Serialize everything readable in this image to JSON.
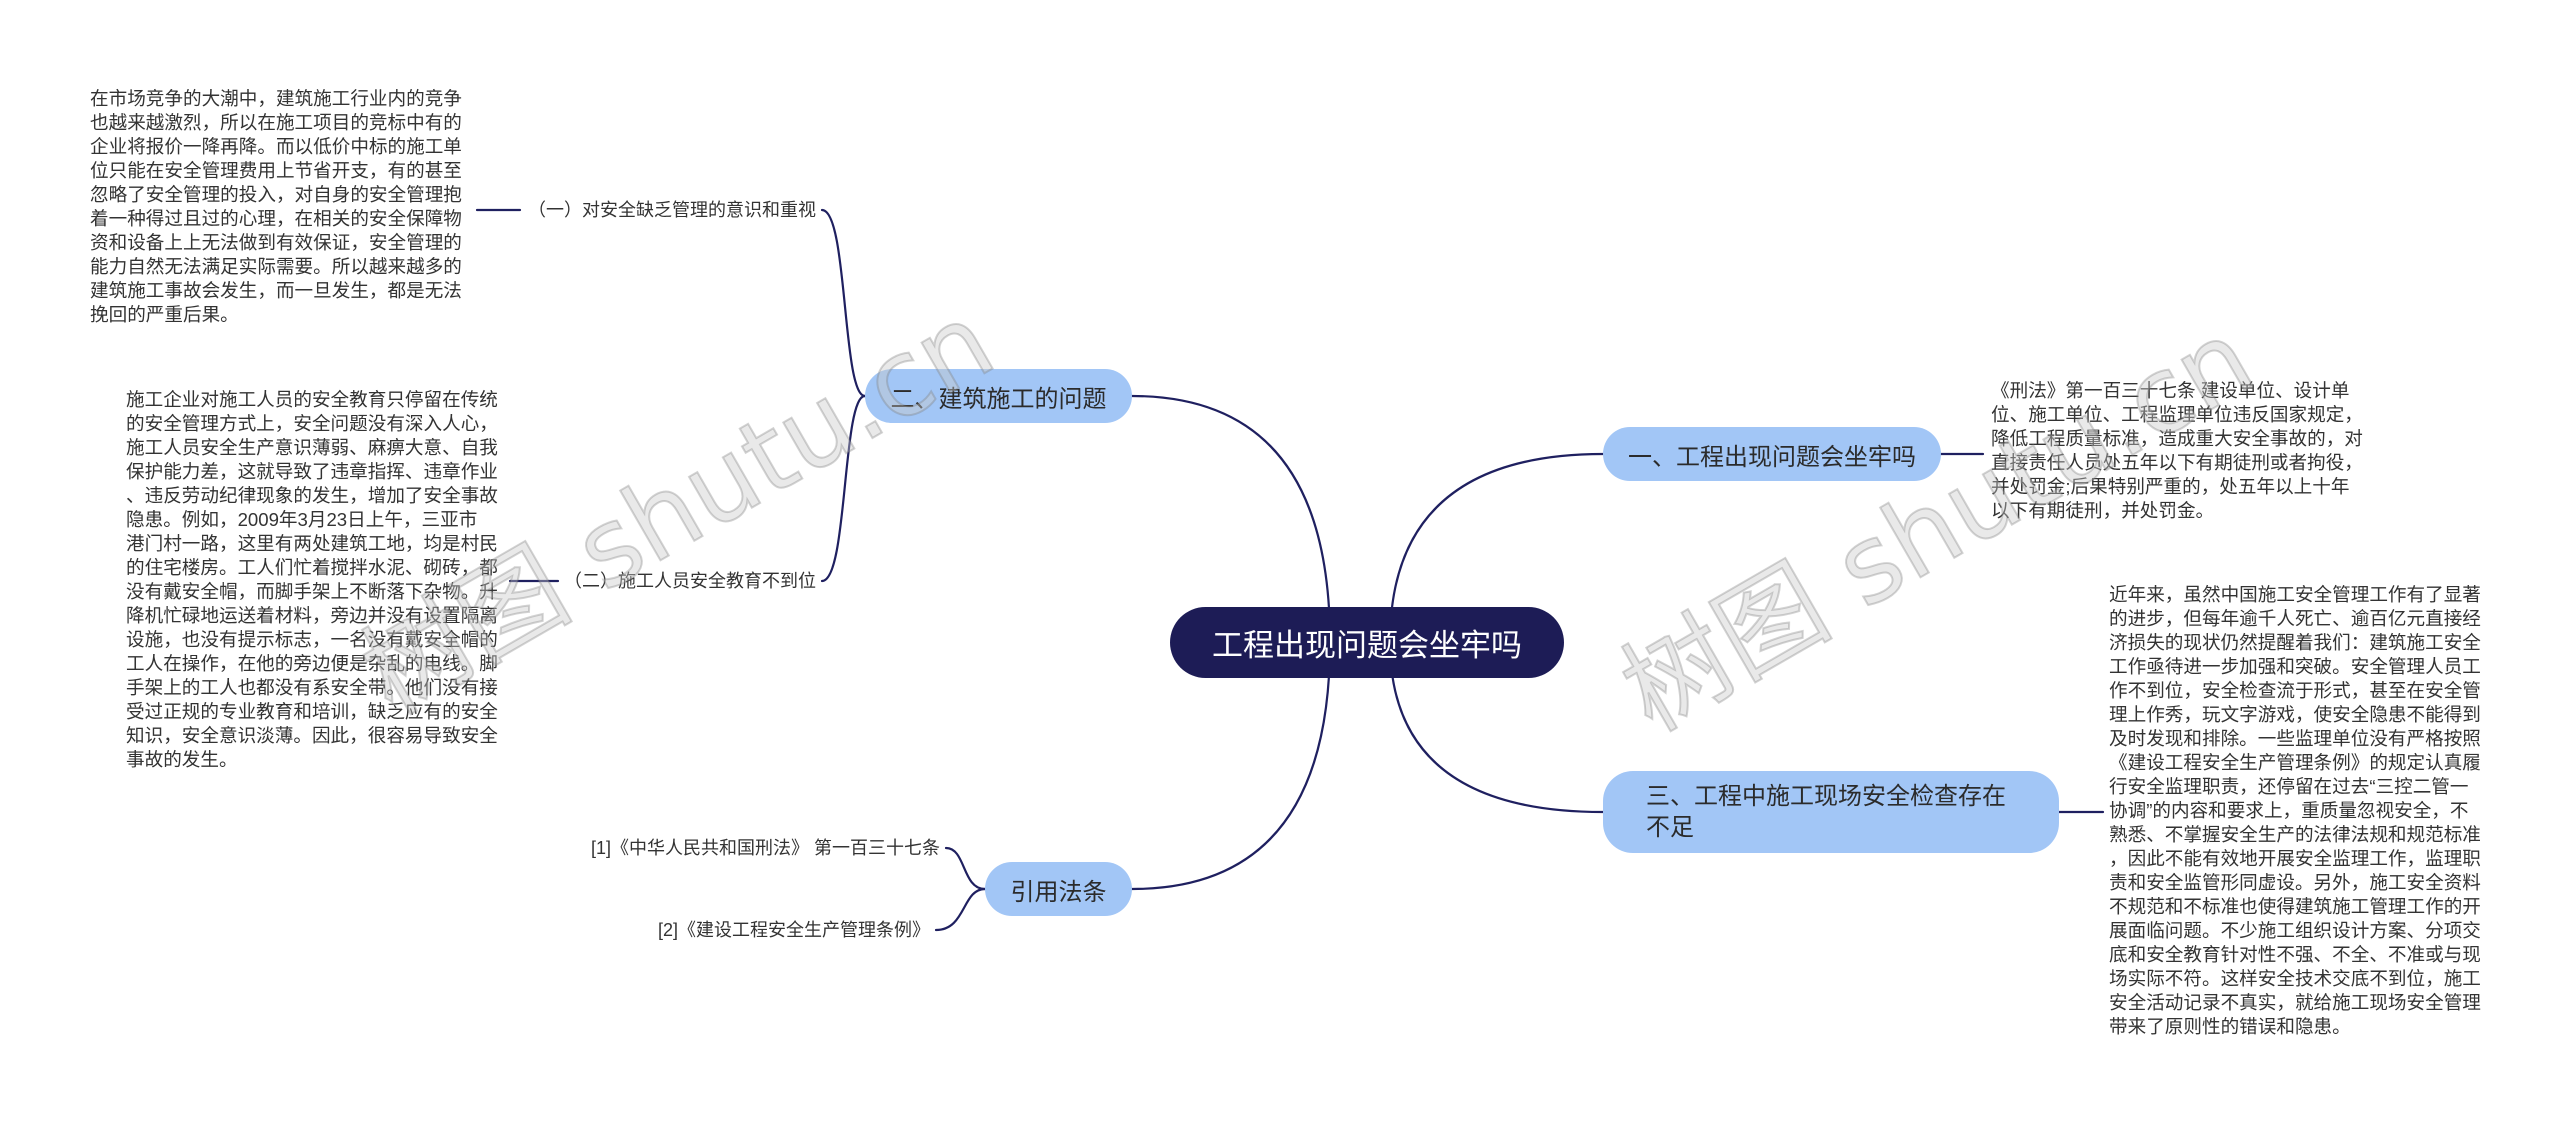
{
  "watermark": "树图 shutu.cn",
  "colors": {
    "center_node": "#1d1c56",
    "branch_node": "#a2c6f6",
    "connector": "#1f2060",
    "text": "#333333"
  },
  "center": {
    "label": "工程出现问题会坐牢吗"
  },
  "right_branches": [
    {
      "label": "一、工程出现问题会坐牢吗",
      "detail_lines": [
        "《刑法》第一百三十七条 建设单位、设计单",
        "位、施工单位、工程监理单位违反国家规定，",
        "降低工程质量标准，造成重大安全事故的，对",
        "直接责任人员处五年以下有期徒刑或者拘役，",
        "并处罚金;后果特别严重的，处五年以上十年",
        "以下有期徒刑，并处罚金。"
      ]
    },
    {
      "label_lines": [
        "三、工程中施工现场安全检查存在",
        "不足"
      ],
      "detail_lines": [
        "近年来，虽然中国施工安全管理工作有了显著",
        "的进步，但每年逾千人死亡、逾百亿元直接经",
        "济损失的现状仍然提醒着我们：建筑施工安全",
        "工作亟待进一步加强和突破。安全管理人员工",
        "作不到位，安全检查流于形式，甚至在安全管",
        "理上作秀，玩文字游戏，使安全隐患不能得到",
        "及时发现和排除。一些监理单位没有严格按照",
        "《建设工程安全生产管理条例》的规定认真履",
        "行安全监理职责，还停留在过去“三控二管一",
        "协调”的内容和要求上，重质量忽视安全，不",
        "熟悉、不掌握安全生产的法律法规和规范标准",
        "，因此不能有效地开展安全监理工作，监理职",
        "责和安全监管形同虚设。另外，施工安全资料",
        "不规范和不标准也使得建筑施工管理工作的开",
        "展面临问题。不少施工组织设计方案、分项交",
        "底和安全教育针对性不强、不全、不准或与现",
        "场实际不符。这样安全技术交底不到位，施工",
        "安全活动记录不真实，就给施工现场安全管理",
        "带来了原则性的错误和隐患。"
      ]
    }
  ],
  "left_branches": [
    {
      "label": "二、建筑施工的问题",
      "children": [
        {
          "label": "（一）对安全缺乏管理的意识和重视",
          "detail_lines": [
            "在市场竞争的大潮中，建筑施工行业内的竞争",
            "也越来越激烈，所以在施工项目的竞标中有的",
            "企业将报价一降再降。而以低价中标的施工单",
            "位只能在安全管理费用上节省开支，有的甚至",
            "忽略了安全管理的投入，对自身的安全管理抱",
            "着一种得过且过的心理，在相关的安全保障物",
            "资和设备上上无法做到有效保证，安全管理的",
            "能力自然无法满足实际需要。所以越来越多的",
            "建筑施工事故会发生，而一旦发生，都是无法",
            "挽回的严重后果。"
          ]
        },
        {
          "label": "（二）施工人员安全教育不到位",
          "detail_lines": [
            "施工企业对施工人员的安全教育只停留在传统",
            "的安全管理方式上，安全问题没有深入人心，",
            "施工人员安全生产意识薄弱、麻痹大意、自我",
            "保护能力差，这就导致了违章指挥、违章作业",
            "、违反劳动纪律现象的发生，增加了安全事故",
            "隐患。例如，2009年3月23日上午，三亚市",
            "港门村一路，这里有两处建筑工地，均是村民",
            "的住宅楼房。工人们忙着搅拌水泥、砌砖，都",
            "没有戴安全帽，而脚手架上不断落下杂物。升",
            "降机忙碌地运送着材料，旁边并没有设置隔离",
            "设施，也没有提示标志，一名没有戴安全帽的",
            "工人在操作，在他的旁边便是杂乱的电线。脚",
            "手架上的工人也都没有系安全带。他们没有接",
            "受过正规的专业教育和培训，缺乏应有的安全",
            "知识，安全意识淡薄。因此，很容易导致安全",
            "事故的发生。"
          ]
        }
      ]
    },
    {
      "label": "引用法条",
      "children": [
        {
          "label": "[1]《中华人民共和国刑法》 第一百三十七条"
        },
        {
          "label": "[2]《建设工程安全生产管理条例》"
        }
      ]
    }
  ]
}
